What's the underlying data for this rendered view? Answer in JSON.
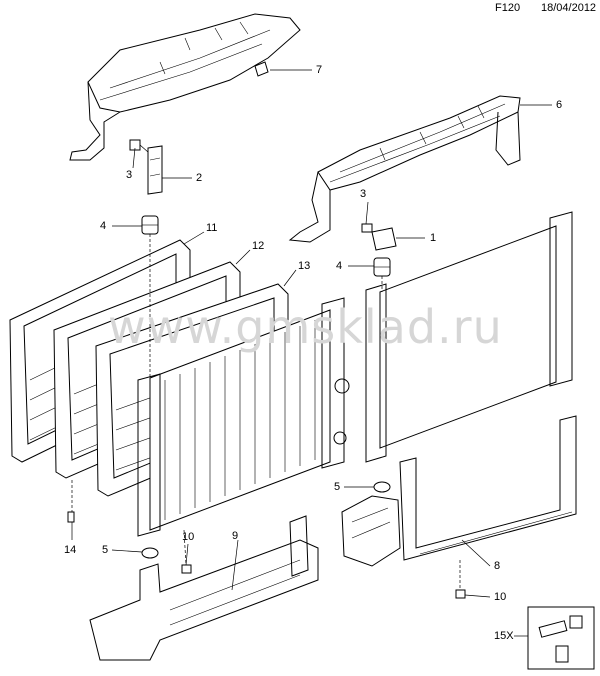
{
  "header": {
    "code": "F120",
    "date": "18/04/2012"
  },
  "watermark": "www.gmsklad.ru",
  "callouts": [
    {
      "id": "7",
      "text": "7"
    },
    {
      "id": "6",
      "text": "6"
    },
    {
      "id": "2",
      "text": "2"
    },
    {
      "id": "3a",
      "text": "3"
    },
    {
      "id": "3b",
      "text": "3"
    },
    {
      "id": "1",
      "text": "1"
    },
    {
      "id": "4a",
      "text": "4"
    },
    {
      "id": "4b",
      "text": "4"
    },
    {
      "id": "11",
      "text": "11"
    },
    {
      "id": "12",
      "text": "12"
    },
    {
      "id": "13",
      "text": "13"
    },
    {
      "id": "5a",
      "text": "5"
    },
    {
      "id": "5b",
      "text": "5"
    },
    {
      "id": "14",
      "text": "14"
    },
    {
      "id": "10a",
      "text": "10"
    },
    {
      "id": "10b",
      "text": "10"
    },
    {
      "id": "9",
      "text": "9"
    },
    {
      "id": "8",
      "text": "8"
    },
    {
      "id": "15X",
      "text": "15X"
    }
  ]
}
